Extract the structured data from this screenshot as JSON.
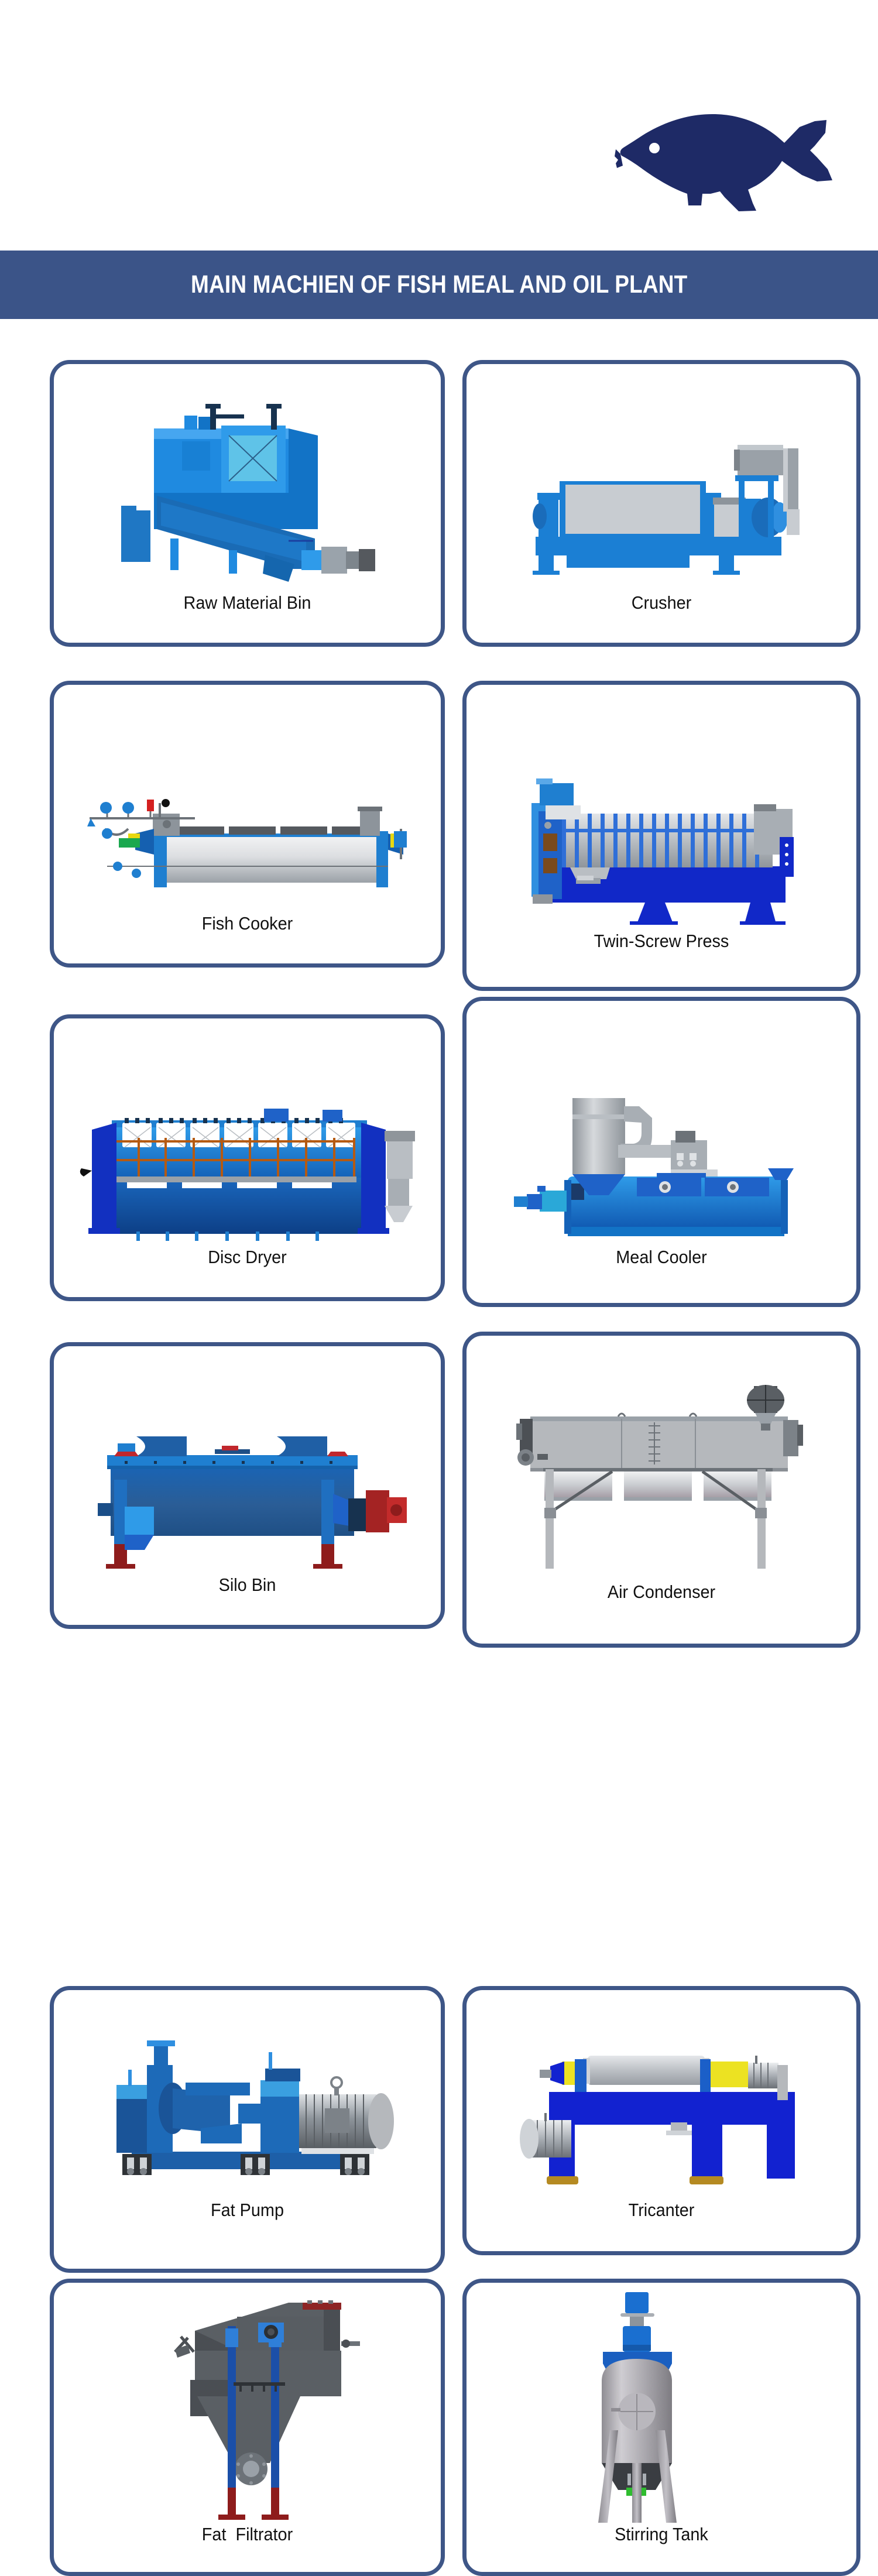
{
  "header": {
    "logo_icon": "fish-logo-icon",
    "logo_color": "#1e2a66"
  },
  "banner": {
    "title": "MAIN MACHIEN OF FISH MEAL AND OIL PLANT",
    "background_color": "#3b5488",
    "text_color": "#ffffff"
  },
  "card_style": {
    "border_color": "#3e5687",
    "background_color": "#ffffff"
  },
  "cards": [
    {
      "label": "Raw Material Bin",
      "figure_icon": "raw-material-bin-machine"
    },
    {
      "label": "Crusher",
      "figure_icon": "crusher-machine"
    },
    {
      "label": "Fish Cooker",
      "figure_icon": "fish-cooker-machine"
    },
    {
      "label": "Twin-Screw Press",
      "figure_icon": "twin-screw-press-machine"
    },
    {
      "label": "Disc Dryer",
      "figure_icon": "disc-dryer-machine"
    },
    {
      "label": "Meal Cooler",
      "figure_icon": "meal-cooler-machine"
    },
    {
      "label": "Silo Bin",
      "figure_icon": "silo-bin-machine"
    },
    {
      "label": "Air Condenser",
      "figure_icon": "air-condenser-machine"
    },
    {
      "label": "Fat Pump",
      "figure_icon": "fat-pump-machine"
    },
    {
      "label": "Tricanter",
      "figure_icon": "tricanter-machine"
    },
    {
      "label": "Fat  Filtrator",
      "figure_icon": "fat-filtrator-machine"
    },
    {
      "label": "Stirring Tank",
      "figure_icon": "stirring-tank-machine"
    }
  ]
}
